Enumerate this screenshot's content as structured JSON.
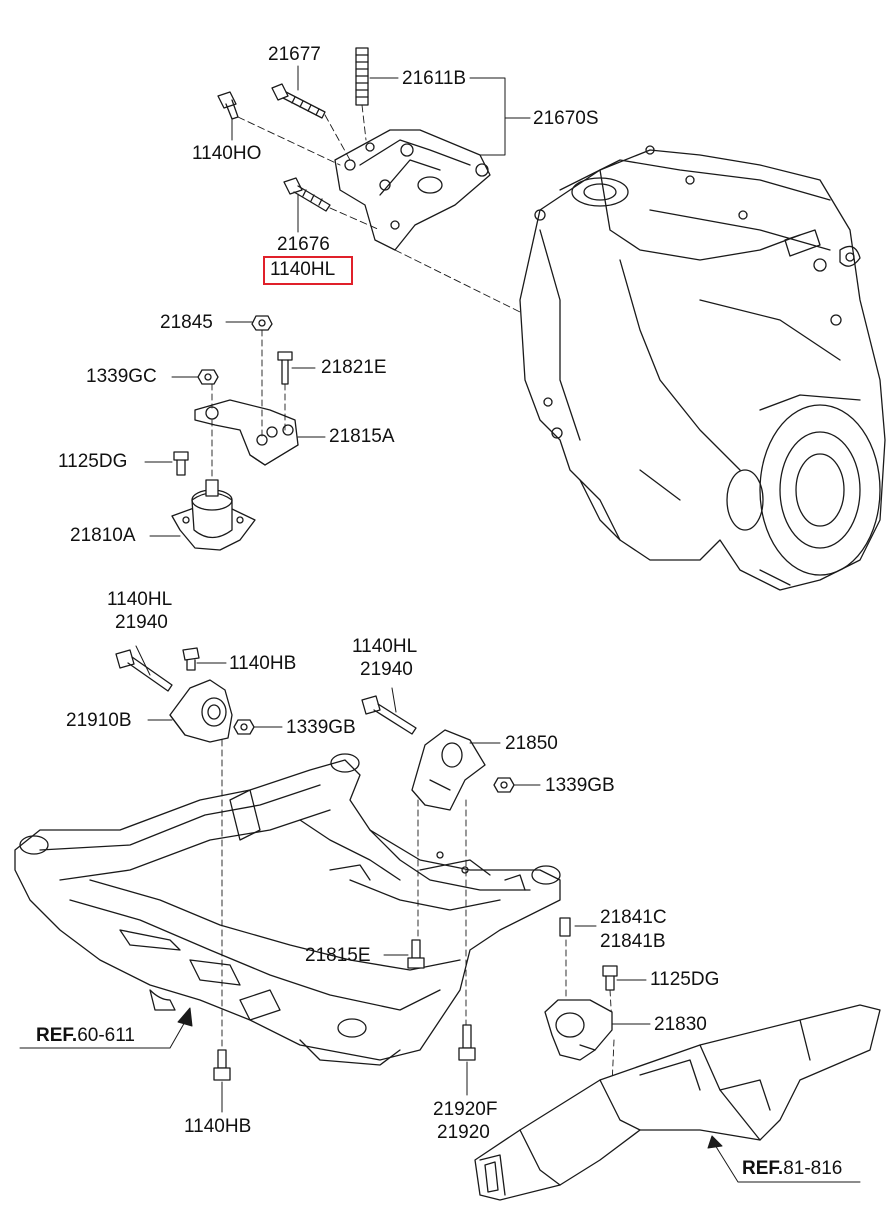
{
  "labels": {
    "p21677": "21677",
    "p21611B": "21611B",
    "p21670S": "21670S",
    "p1140HO": "1140HO",
    "p21676": "21676",
    "p1140HL_top": "1140HL",
    "p21845": "21845",
    "p21821E": "21821E",
    "p1339GC": "1339GC",
    "p21815A": "21815A",
    "p1125DG_left": "1125DG",
    "p21810A": "21810A",
    "p1140HL_a": "1140HL",
    "p21940_a": "21940",
    "p1140HB_top": "1140HB",
    "p21910B": "21910B",
    "p1339GB_a": "1339GB",
    "p1140HL_b": "1140HL",
    "p21940_b": "21940",
    "p21850": "21850",
    "p1339GB_b": "1339GB",
    "p21841C": "21841C",
    "p21841B": "21841B",
    "p21815E": "21815E",
    "p1125DG_right": "1125DG",
    "p21830": "21830",
    "ref_left_prefix": "REF.",
    "ref_left_num": "60-611",
    "p1140HB_bottom": "1140HB",
    "p21920F": "21920F",
    "p21920": "21920",
    "ref_right_prefix": "REF.",
    "ref_right_num": "81-816"
  },
  "highlight": {
    "color": "#e0202a",
    "part": "1140HL"
  }
}
